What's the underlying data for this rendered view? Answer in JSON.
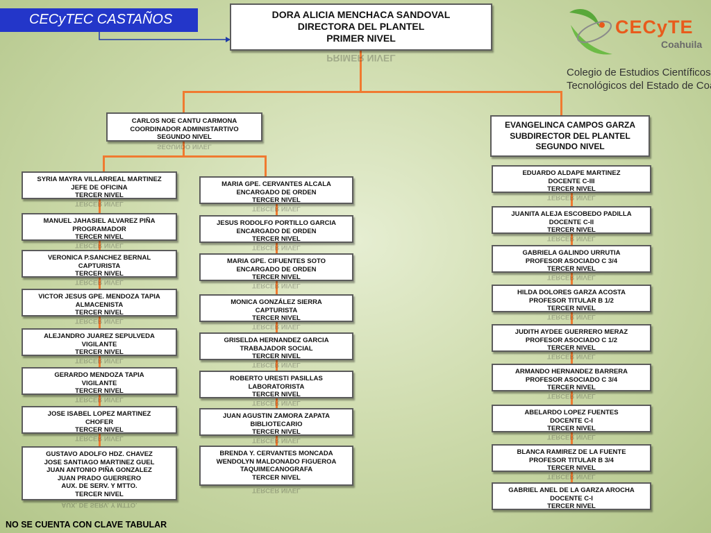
{
  "header": {
    "campus": "CECyTEC CASTAÑOS",
    "logo_text": "CECyTE",
    "logo_sub": "Coahuila",
    "college_line1": "Colegio de Estudios Científicos y",
    "college_line2": "Tecnológicos del Estado de Coahuila"
  },
  "colors": {
    "banner": "#2336c9",
    "connector": "#f07a30",
    "arrow": "#1e3aa8"
  },
  "director": {
    "name": "DORA ALICIA MENCHACA SANDOVAL",
    "role": "DIRECTORA DEL PLANTEL",
    "level": "PRIMER NIVEL"
  },
  "coordinator": {
    "name": "CARLOS NOE CANTU CARMONA",
    "role": "COORDINADOR ADMINISTARTIVO",
    "level": "SEGUNDO NIVEL"
  },
  "subdirector": {
    "name": "EVANGELINCA CAMPOS GARZA",
    "role": "SUBDIRECTOR DEL PLANTEL",
    "level": "SEGUNDO NIVEL"
  },
  "left_column": [
    {
      "lines": [
        "SYRIA MAYRA VILLARREAL MARTINEZ",
        "JEFE DE OFICINA",
        "TERCER NIVEL"
      ]
    },
    {
      "lines": [
        "MANUEL JAHASIEL ALVAREZ PIÑA",
        "PROGRAMADOR",
        "TERCER NIVEL"
      ]
    },
    {
      "lines": [
        "VERONICA P.SANCHEZ BERNAL",
        "CAPTURISTA",
        "TERCER NIVEL"
      ]
    },
    {
      "lines": [
        "VICTOR JESUS GPE. MENDOZA TAPIA",
        "ALMACENISTA",
        "TERCER NIVEL"
      ]
    },
    {
      "lines": [
        "ALEJANDRO JUAREZ SEPULVEDA",
        "VIGILANTE",
        "TERCER NIVEL"
      ]
    },
    {
      "lines": [
        "GERARDO  MENDOZA TAPIA",
        "VIGILANTE",
        "TERCER NIVEL"
      ]
    },
    {
      "lines": [
        "JOSE ISABEL LOPEZ MARTINEZ",
        "CHOFER",
        "TERCER NIVEL"
      ]
    },
    {
      "lines": [
        "GUSTAVO ADOLFO HDZ. CHAVEZ",
        "JOSE SANTIAGO MARTINEZ GUEL",
        "JUAN ANTONIO PIÑA GONZALEZ",
        "JUAN PRADO GUERRERO",
        "AUX. DE SERV. Y MTTO.",
        "TERCER NIVEL"
      ]
    }
  ],
  "middle_column": [
    {
      "lines": [
        "MARIA GPE. CERVANTES ALCALA",
        "ENCARGADO DE ORDEN",
        "TERCER NIVEL"
      ]
    },
    {
      "lines": [
        "JESUS RODOLFO PORTILLO GARCIA",
        "ENCARGADO DE ORDEN",
        "TERCER NIVEL"
      ]
    },
    {
      "lines": [
        "MARIA GPE. CIFUENTES SOTO",
        "ENCARGADO DE ORDEN",
        "TERCER NIVEL"
      ]
    },
    {
      "lines": [
        "MONICA GONZÁLEZ SIERRA",
        "CAPTURISTA",
        "TERCER NIVEL"
      ]
    },
    {
      "lines": [
        "GRISELDA HERNANDEZ GARCIA",
        "TRABAJADOR SOCIAL",
        "TERCER NIVEL"
      ]
    },
    {
      "lines": [
        "ROBERTO URESTI PASILLAS",
        "LABORATORISTA",
        "TERCER NIVEL"
      ]
    },
    {
      "lines": [
        "JUAN AGUSTIN ZAMORA ZAPATA",
        "BIBLIOTECARIO",
        "TERCER NIVEL"
      ]
    },
    {
      "lines": [
        "BRENDA Y. CERVANTES MONCADA",
        "WENDOLYN MALDONADO FIGUEROA",
        "TAQUIMECANOGRAFA",
        "TERCER NIVEL"
      ]
    }
  ],
  "right_column": [
    {
      "lines": [
        "EDUARDO ALDAPE MARTINEZ",
        "DOCENTE C-III",
        "TERCER NIVEL"
      ]
    },
    {
      "lines": [
        "JUANITA ALEJA ESCOBEDO PADILLA",
        "DOCENTE C-II",
        "TERCER NIVEL"
      ]
    },
    {
      "lines": [
        "GABRIELA GALINDO URRUTIA",
        "PROFESOR ASOCIADO C 3/4",
        "TERCER NIVEL"
      ]
    },
    {
      "lines": [
        "HILDA DOLORES GARZA ACOSTA",
        "PROFESOR TITULAR B  1/2",
        "TERCER NIVEL"
      ]
    },
    {
      "lines": [
        "JUDITH AYDEE GUERRERO MERAZ",
        "PROFESOR ASOCIADO C 1/2",
        "TERCER NIVEL"
      ]
    },
    {
      "lines": [
        "ARMANDO HERNANDEZ BARRERA",
        "PROFESOR ASOCIADO C 3/4",
        "TERCER NIVEL"
      ]
    },
    {
      "lines": [
        "ABELARDO LOPEZ FUENTES",
        "DOCENTE C-I",
        "TERCER NIVEL"
      ]
    },
    {
      "lines": [
        "BLANCA RAMIREZ DE LA FUENTE",
        "PROFESOR TITULAR B 3/4",
        "TERCER NIVEL"
      ]
    },
    {
      "lines": [
        "GABRIEL ANEL DE LA GARZA AROCHA",
        "DOCENTE C-I",
        "TERCER NIVEL"
      ]
    }
  ],
  "footer": {
    "note": "NO SE CUENTA CON CLAVE TABULAR"
  }
}
